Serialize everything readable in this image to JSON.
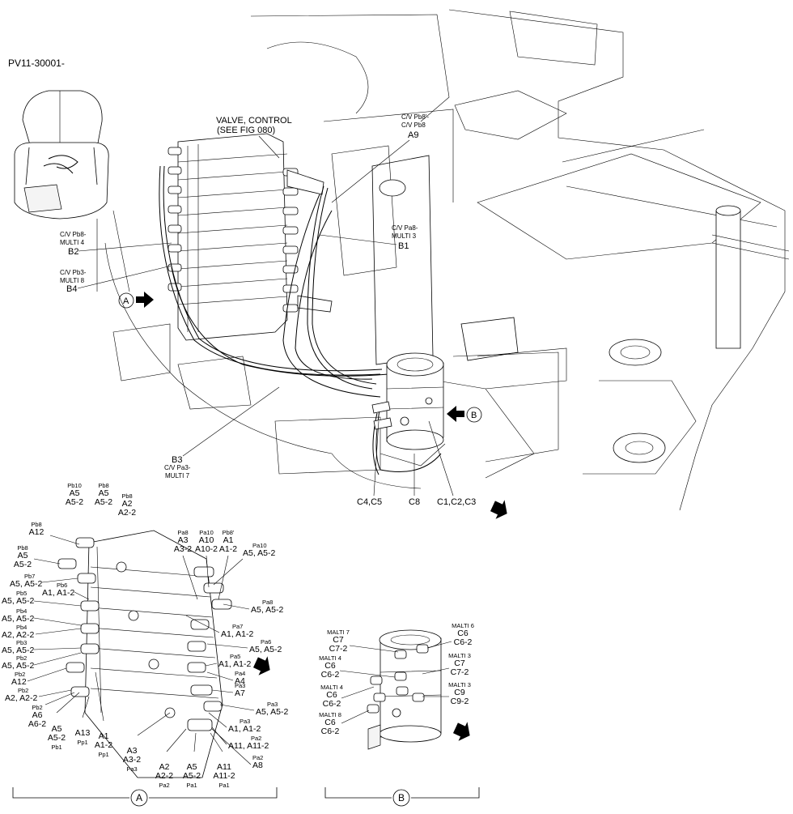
{
  "doc_id": "PV11-30001-",
  "header": {
    "valve_label_1": "VALVE, CONTROL",
    "valve_label_2": "(SEE FIG 080)"
  },
  "main_view": {
    "small": {
      "b2": [
        "C/V Pb8-",
        "MULTI 4"
      ],
      "b4": [
        "C/V Pb3-",
        "MULTI 8"
      ],
      "a9": [
        "C/V Pb8'-",
        "C/V Pb8"
      ],
      "b1": [
        "C/V Pa8-",
        "MULTI 3"
      ],
      "b3": [
        "C/V Pa3-",
        "MULTI 7"
      ]
    },
    "refs": {
      "a9": "A9",
      "b2": "B2",
      "b4": "B4",
      "b1": "B1",
      "b3": "B3",
      "c4c5": "C4,C5",
      "c8": "C8",
      "c123": "C1,C2,C3"
    },
    "view_markers": {
      "a": "A",
      "b": "B"
    }
  },
  "detail_a": {
    "caption": "A",
    "left_labels": [
      {
        "small": "Pb10",
        "lines": [
          "A5",
          "A5-2"
        ]
      },
      {
        "small": "Pb8",
        "lines": [
          "A5",
          "A5-2"
        ]
      },
      {
        "small": "Pb8",
        "lines": [
          "A2",
          "A2-2"
        ]
      },
      {
        "small": "Pb8",
        "lines": [
          "A12"
        ]
      },
      {
        "small": "Pb8",
        "lines": [
          "A5",
          "A5-2"
        ]
      },
      {
        "small": "Pb7",
        "lines": [
          "A5, A5-2"
        ]
      },
      {
        "small": "Pb6",
        "lines": [
          "A1, A1-2"
        ]
      },
      {
        "small": "Pb5",
        "lines": [
          "A5, A5-2"
        ]
      },
      {
        "small": "Pb4",
        "lines": [
          "A5, A5-2"
        ]
      },
      {
        "small": "Pb4",
        "lines": [
          "A2, A2-2"
        ]
      },
      {
        "small": "Pb3",
        "lines": [
          "A5, A5-2"
        ]
      },
      {
        "small": "Pb2",
        "lines": [
          "A5, A5-2"
        ]
      },
      {
        "small": "Pb2",
        "lines": [
          "A12"
        ]
      },
      {
        "small": "Pb2",
        "lines": [
          "A2, A2-2"
        ]
      },
      {
        "small": "Pb2",
        "lines": [
          "A6",
          "A6-2"
        ]
      }
    ],
    "bottom_labels": [
      {
        "small": "Pb1",
        "lines": [
          "A5",
          "A5-2"
        ]
      },
      {
        "small": "Pp1",
        "lines": [
          "A13"
        ]
      },
      {
        "small": "Pp1",
        "lines": [
          "A1",
          "A1-2"
        ]
      },
      {
        "small": "Pa3",
        "lines": [
          "A3",
          "A3-2"
        ]
      },
      {
        "small": "Pa2",
        "lines": [
          "A2",
          "A2-2"
        ]
      },
      {
        "small": "Pa1",
        "lines": [
          "A5",
          "A5-2"
        ]
      },
      {
        "small": "Pa1",
        "lines": [
          "A11",
          "A11-2"
        ]
      }
    ],
    "top_labels": [
      {
        "small": "Pa8",
        "lines": [
          "A3",
          "A3-2"
        ]
      },
      {
        "small": "Pa10",
        "lines": [
          "A10",
          "A10-2"
        ]
      },
      {
        "small": "Pb8'",
        "lines": [
          "A1",
          "A1-2"
        ]
      },
      {
        "small": "Pa10",
        "lines": [
          "A5, A5-2"
        ]
      }
    ],
    "right_labels": [
      {
        "small": "Pa8",
        "lines": [
          "A5, A5-2"
        ]
      },
      {
        "small": "Pa7",
        "lines": [
          "A1, A1-2"
        ]
      },
      {
        "small": "Pa6",
        "lines": [
          "A5, A5-2"
        ]
      },
      {
        "small": "Pa5",
        "lines": [
          "A1, A1-2"
        ]
      },
      {
        "small": "Pa4",
        "lines": [
          "A4"
        ]
      },
      {
        "small": "Pa3",
        "lines": [
          "A7"
        ]
      },
      {
        "small": "Pa3",
        "lines": [
          "A5, A5-2"
        ]
      },
      {
        "small": "Pa3",
        "lines": [
          "A1, A1-2"
        ]
      },
      {
        "small": "Pa2",
        "lines": [
          "A11, A11-2"
        ]
      },
      {
        "small": "Pa2",
        "lines": [
          "A8"
        ]
      }
    ]
  },
  "detail_b": {
    "caption": "B",
    "labels": [
      {
        "small": "MALTI 7",
        "lines": [
          "C7",
          "C7-2"
        ]
      },
      {
        "small": "MALTI 6",
        "lines": [
          "C6",
          "C6-2"
        ]
      },
      {
        "small": "MALTI 4",
        "lines": [
          "C6",
          "C6-2"
        ]
      },
      {
        "small": "MALTI 3",
        "lines": [
          "C7",
          "C7-2"
        ]
      },
      {
        "small": "MALTI 4",
        "lines": [
          "C6",
          "C6-2"
        ]
      },
      {
        "small": "MALTI 3",
        "lines": [
          "C9",
          "C9-2"
        ]
      },
      {
        "small": "MALTI 8",
        "lines": [
          "C6",
          "C6-2"
        ]
      }
    ]
  }
}
